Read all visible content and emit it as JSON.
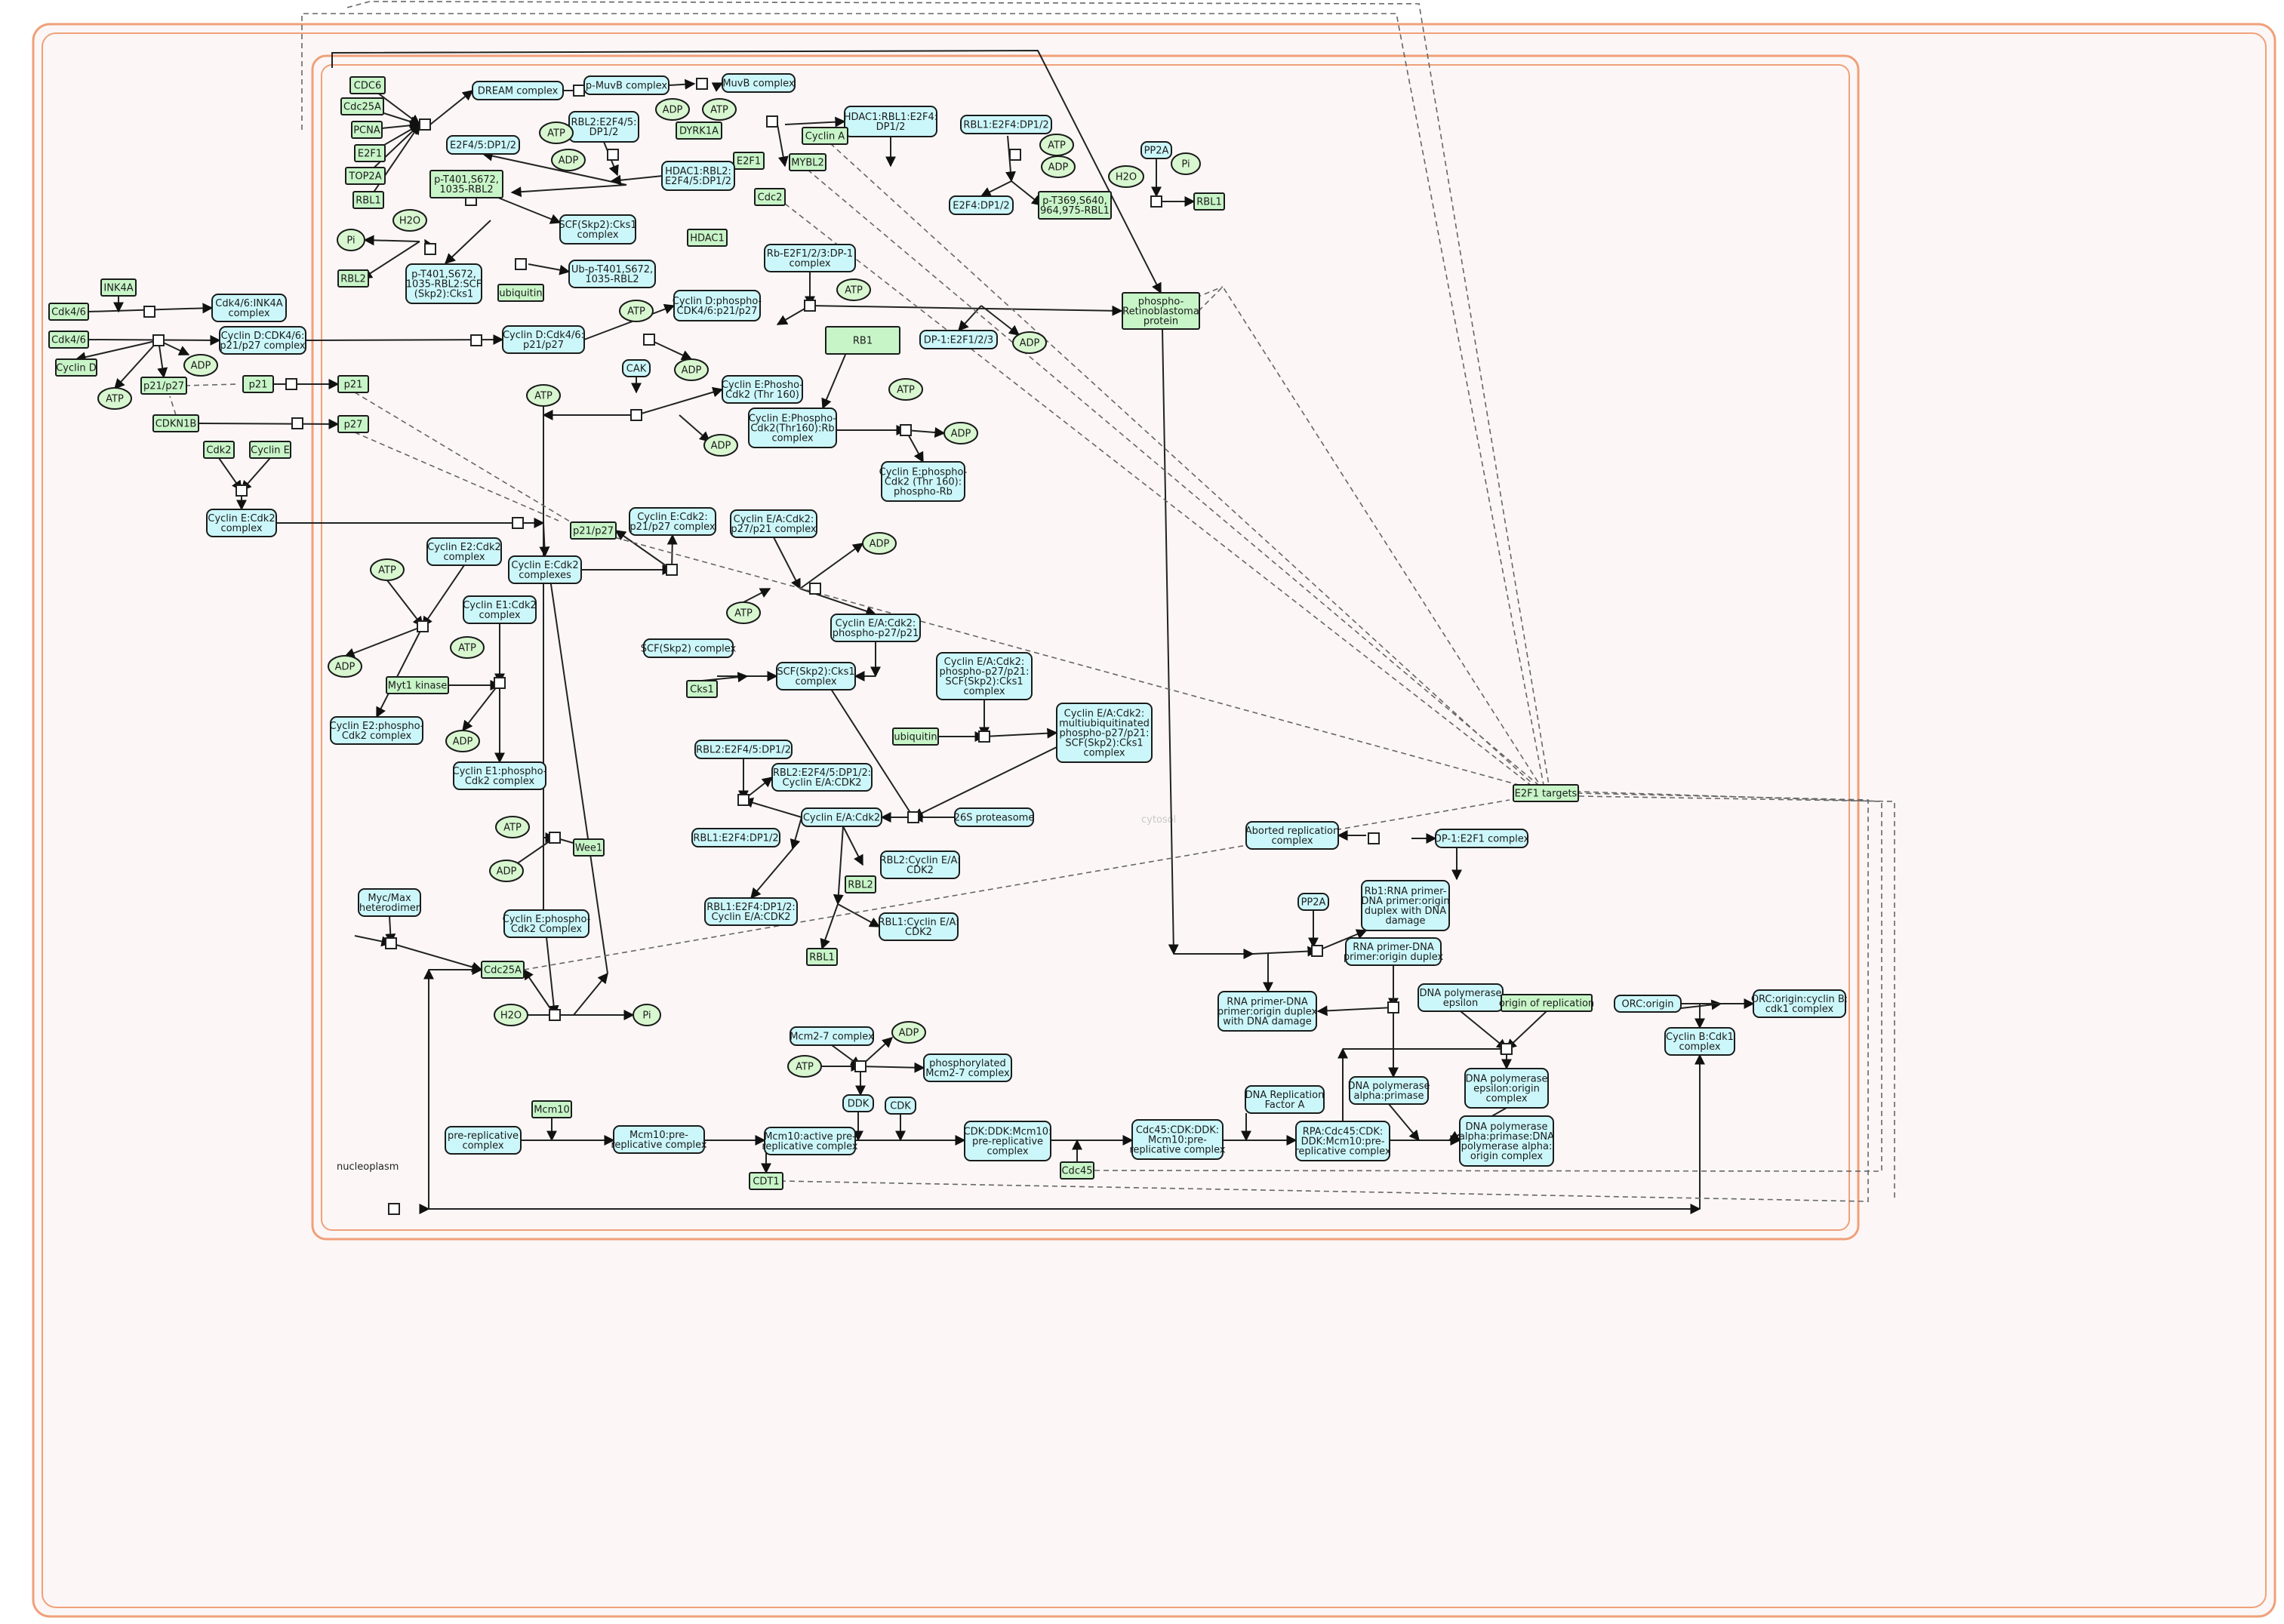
{
  "compartments": {
    "outer_label": "",
    "inner_label": "nucleoplasm",
    "faint_label": "cytosol"
  },
  "colors": {
    "complex_fill": "#ccf7fa",
    "protein_fill": "#c8f5c8",
    "small_molecule_fill": "#d8f7d0",
    "compartment_stroke": "#f0a07a",
    "background": "#fcf7f6"
  },
  "nodes": {
    "cdc6": "CDC6",
    "cdc25a_top": "Cdc25A",
    "pcna": "PCNA",
    "e2f1_left": "E2F1",
    "top2a": "TOP2A",
    "rbl1_left": "RBL1",
    "dream": "DREAM complex",
    "p_muvb": "p-MuvB complex",
    "muvb": "MuvB complex",
    "adp_muvb": "ADP",
    "atp_muvb": "ATP",
    "dyrk1a": "DYRK1A",
    "rbl2_e2f45_dp12": "RBL2:E2F4/5:\nDP1/2",
    "hdac1_rbl1_e2f4_dp12": "HDAC1:RBL1:E2F4:\nDP1/2",
    "cyclin_a": "Cyclin A",
    "e2f1_mid": "E2F1",
    "mybl2": "MYBL2",
    "rbl1_e2f4_dp12_top": "RBL1:E2F4:DP1/2",
    "atp_top_right": "ATP",
    "adp_top_right": "ADP",
    "pp2a_top": "PP2A",
    "pi_top": "Pi",
    "h2o_top": "H2O",
    "rbl1_right": "RBL1",
    "atp_a": "ATP",
    "adp_a": "ADP",
    "e2f45_dp12": "E2F4/5:DP1/2",
    "p_t401_rbl2": "p-T401,S672,\n1035-RBL2",
    "hdac1_rbl2_e2f45": "HDAC1:RBL2:\nE2F4/5:DP1/2",
    "cdc2": "Cdc2",
    "hdac1": "HDAC1",
    "e2f4_dp12": "E2F4:DP1/2",
    "p_t369_rbl1": "p-T369,S640,\n964,975-RBL1",
    "h2o_left": "H2O",
    "pi_left": "Pi",
    "rbl2_left": "RBL2",
    "scf_cks1_top": "SCF(Skp2):Cks1\ncomplex",
    "p_t401_rbl2_scf": "p-T401,S672,\n1035-RBL2:SCF\n(Skp2):Cks1",
    "ub_p_rbl2": "Ub-p-T401,S672,\n1035-RBL2",
    "ubiquitin_top": "ubiquitin",
    "rb_e2f123_dp1": "Rb-E2F1/2/3:DP-1\ncomplex",
    "atp_rb": "ATP",
    "cyclin_d_phospho": "Cyclin D:phospho-\nCDK4/6:p21/p27",
    "phospho_rb": "phospho-\nRetinoblastoma\nprotein",
    "ink4a": "INK4A",
    "cdk46_a": "Cdk4/6",
    "cdk46_ink4a": "Cdk4/6:INK4A\ncomplex",
    "cdk46_b": "Cdk4/6",
    "cyclin_d_cdk46_p21": "Cyclin D:CDK4/6:\np21/p27 complex",
    "cyclin_d": "Cyclin D",
    "adp_d": "ADP",
    "atp_d": "ATP",
    "p21p27_left": "p21/p27",
    "cdkn1b": "CDKN1B",
    "p21_a": "p21",
    "p21_b": "p21",
    "p27": "p27",
    "cyclin_d_cdk46_p21p27": "Cyclin D:Cdk4/6:\np21/p27",
    "atp_cak": "ATP",
    "cak": "CAK",
    "adp_cak": "ADP",
    "dp1_e2f123": "DP-1:E2F1/2/3",
    "adp_rb": "ADP",
    "rb1": "RB1",
    "atp_mid": "ATP",
    "cyclin_e_phospho_cdk2": "Cyclin E:Phosho-\nCdk2 (Thr 160)",
    "cyclin_e_phospho_cdk2_rb": "Cyclin E:Phospho-\nCdk2(Thr160):Rb\ncomplex",
    "atp_e": "ATP",
    "adp_e": "ADP",
    "adp_mid": "ADP",
    "cyclin_e_phospho_rb": "Cyclin E:phospho-\nCdk2 (Thr 160):\nphospho-Rb",
    "cdk2": "Cdk2",
    "cyclin_e": "Cyclin E",
    "cyclin_e_cdk2": "Cyclin E:Cdk2\ncomplex",
    "p21p27_mid": "p21/p27",
    "cyclin_e_cdk2_p21p27": "Cyclin E:Cdk2:\np21/p27 complex",
    "cyclin_ea_cdk2_p27p21": "Cyclin E/A:Cdk2:\np27/p21 complex",
    "adp_ea": "ADP",
    "atp_ea": "ATP",
    "cyclin_e2_cdk2": "Cyclin E2:Cdk2\ncomplex",
    "atp_e2": "ATP",
    "cyclin_e_cdk2_complexes": "Cyclin E:Cdk2\ncomplexes",
    "cyclin_e1_cdk2": "Cyclin E1:Cdk2\ncomplex",
    "atp_e1": "ATP",
    "adp_e2": "ADP",
    "myt1": "Myt1 kinase",
    "adp_e1": "ADP",
    "cyclin_e2_phospho": "Cyclin E2:phospho-\nCdk2 complex",
    "cyclin_e1_phospho": "Cyclin E1:phospho-\nCdk2 complex",
    "cyclin_ea_phospho_p27": "Cyclin E/A:Cdk2:\nphospho-p27/p21",
    "scf_skp2": "SCF(Skp2) complex",
    "cks1": "Cks1",
    "scf_cks1_mid": "SCF(Skp2):Cks1\ncomplex",
    "cyclin_ea_phospho_scf": "Cyclin E/A:Cdk2:\nphospho-p27/p21:\nSCF(Skp2):Cks1\ncomplex",
    "ubiquitin_mid": "ubiquitin",
    "cyclin_ea_multiub": "Cyclin E/A:Cdk2:\nmultiubiquitinated\nphospho-p27/p21:\nSCF(Skp2):Cks1\ncomplex",
    "rbl2_e2f45_dp12_b": "RBL2:E2F4/5:DP1/2",
    "rbl2_e2f45_cyclin_ea": "RBL2:E2F4/5:DP1/2:\nCyclin E/A:CDK2",
    "cyclin_ea_cdk2": "Cyclin E/A:Cdk2",
    "proteasome": "26S proteasome",
    "rbl1_e2f4_dp12_b": "RBL1:E2F4:DP1/2",
    "rbl2_cyclin_ea": "RBL2:Cyclin E/A:\nCDK2",
    "rbl2_small": "RBL2",
    "rbl1_e2f4_cyclin_ea": "RBL1:E2F4:DP1/2:\nCyclin E/A:CDK2",
    "rbl1_cyclin_ea": "RBL1:Cyclin E/A:\nCDK2",
    "rbl1_small": "RBL1",
    "atp_wee": "ATP",
    "wee1": "Wee1",
    "adp_wee": "ADP",
    "myc_max": "Myc/Max\nheterodimer",
    "cyclin_e_phospho_cdk2_complex": "Cyclin E:phospho-\nCdk2 Complex",
    "cdc25a_mid": "Cdc25A",
    "h2o_bottom": "H2O",
    "pi_bottom": "Pi",
    "e2f1_targets": "E2F1 targets",
    "aborted_replication": "Aborted replication\ncomplex",
    "dp1_e2f1": "DP-1:E2F1 complex",
    "rb1_rna_primer": "Rb1:RNA primer-\nDNA primer:origin\nduplex with DNA\ndamage",
    "pp2a_bottom": "PP2A",
    "rna_primer_dna": "RNA primer-DNA\nprimer:origin duplex",
    "rna_primer_damage": "RNA primer-DNA\nprimer:origin duplex\nwith DNA damage",
    "dna_pol_epsilon": "DNA polymerase\nepsilon",
    "origin_of_replication": "origin of replication",
    "orc_origin": "ORC:origin",
    "orc_origin_cyclin_b": "ORC:origin:cyclin B:\ncdk1 complex",
    "cyclin_b_cdk1": "Cyclin B:Cdk1\ncomplex",
    "mcm27": "Mcm2-7 complex",
    "adp_mcm": "ADP",
    "atp_mcm": "ATP",
    "phospho_mcm27": "phosphorylated\nMcm2-7 complex",
    "ddk": "DDK",
    "cdk_small": "CDK",
    "dna_rep_factor_a": "DNA Replication\nFactor A",
    "dna_pol_alpha_primase": "DNA polymerase\nalpha:primase",
    "dna_pol_epsilon_origin": "DNA polymerase\nepsilon:origin\ncomplex",
    "mcm10": "Mcm10",
    "pre_replicative": "pre-replicative\ncomplex",
    "mcm10_pre_rep": "Mcm10:pre-\nreplicative complex",
    "mcm10_active": "Mcm10:active pre-\nreplicative complex",
    "cdk_ddk_mcm10": "CDK:DDK:Mcm10:\npre-replicative\ncomplex",
    "cdc45_cdk_ddk": "Cdc45:CDK:DDK:\nMcm10:pre-\nreplicative complex",
    "rpa_cdc45": "RPA:Cdc45:CDK:\nDDK:Mcm10:pre-\nreplicative complex",
    "dna_pol_alpha_origin": "DNA polymerase\nalpha:primase:DNA\npolymerase alpha:\norigin complex",
    "cdt1": "CDT1",
    "cdc45": "Cdc45"
  }
}
